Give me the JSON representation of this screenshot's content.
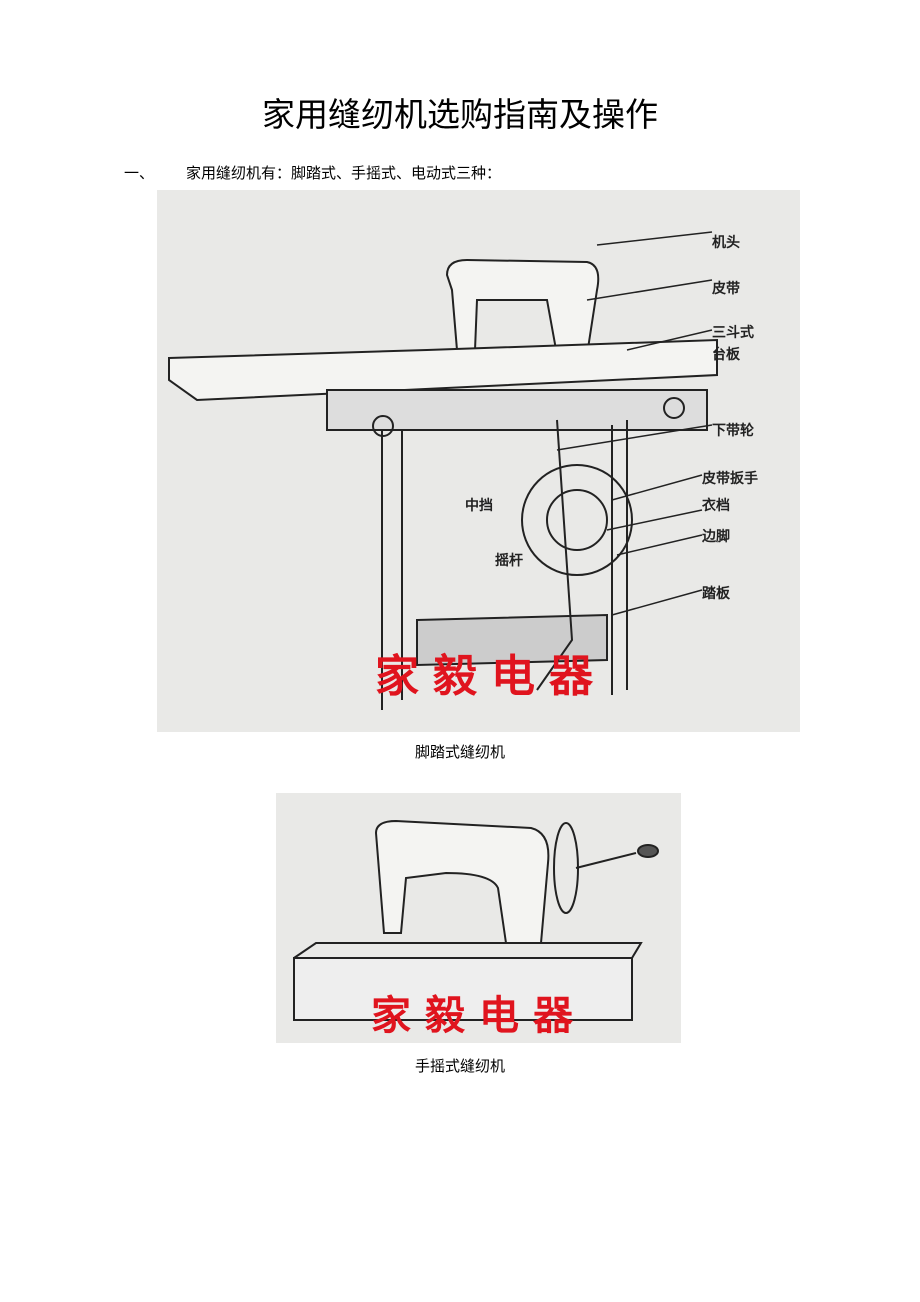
{
  "title": "家用缝纫机选购指南及操作",
  "section1": {
    "number": "一、",
    "text": "家用缝纫机有：脚踏式、手摇式、电动式三种："
  },
  "figure1": {
    "labels": [
      "机头",
      "皮带",
      "三斗式",
      "台板",
      "下带轮",
      "皮带扳手",
      "衣档",
      "边脚",
      "踏板",
      "中挡",
      "摇杆"
    ],
    "watermark": "家毅电器",
    "caption": "脚踏式缝纫机"
  },
  "figure2": {
    "watermark": "家毅电器",
    "caption": "手摇式缝纫机"
  },
  "colors": {
    "watermark": "#e0141e",
    "image_bg": "#e9e9e7"
  }
}
